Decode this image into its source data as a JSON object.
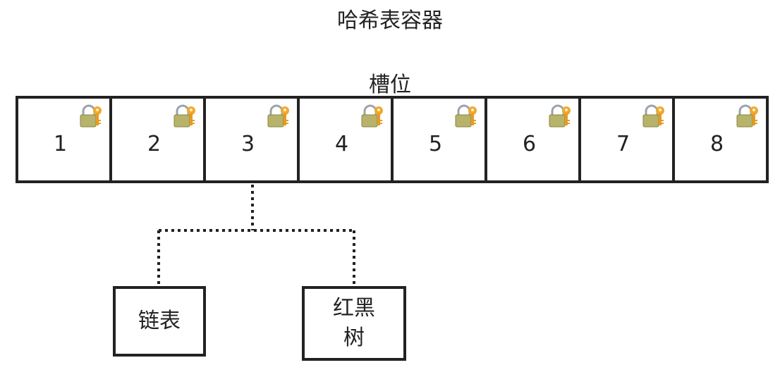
{
  "title": "哈希表容器",
  "slot_label": "槽位",
  "slots": [
    "1",
    "2",
    "3",
    "4",
    "5",
    "6",
    "7",
    "8"
  ],
  "lock_icon": "lock-with-key-icon",
  "children": {
    "linked_list": "链表",
    "red_black_tree_line1": "红黑",
    "red_black_tree_line2": "树"
  }
}
